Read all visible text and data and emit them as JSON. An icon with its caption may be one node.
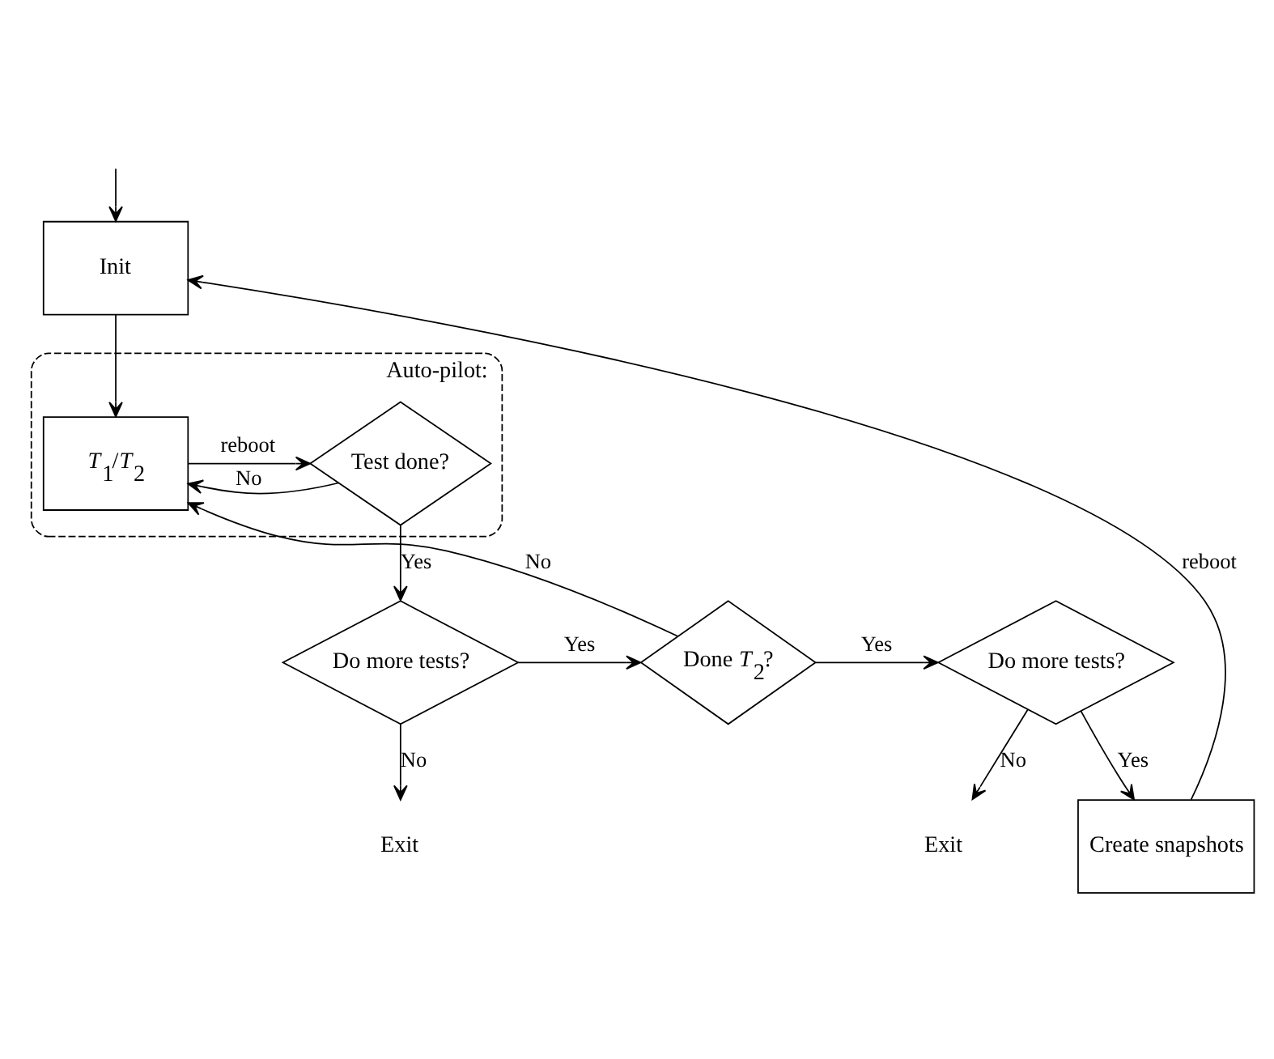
{
  "diagram": {
    "nodes": [
      {
        "text": [
          "Auto-pilot:"
        ]
      },
      {
        "text": [
          "Init"
        ]
      },
      {
        "text": [
          "*T*$_{1}$/*T*$_{2}$"
        ],
        "in": 0
      },
      {
        "text": [
          "Test done?"
        ],
        "in": 0
      },
      {
        "text": [
          "Do more tests?"
        ]
      },
      {
        "text": [
          "Done *T*$_{2}$?"
        ]
      },
      {
        "text": [
          "Do more tests?"
        ]
      },
      {
        "text": [
          "Exit"
        ]
      },
      {
        "text": [
          "Exit"
        ]
      },
      {
        "text": [
          "Create snapshots"
        ]
      }
    ],
    "edges": [
      {
        "from": null,
        "to": 1,
        "arrow": "to"
      },
      {
        "from": 1,
        "to": 2,
        "arrow": "to"
      },
      {
        "from": 2,
        "to": 3,
        "arrow": "to",
        "label": "reboot"
      },
      {
        "from": 3,
        "to": 2,
        "arrow": "to",
        "label": "No"
      },
      {
        "from": 3,
        "to": 4,
        "arrow": "to",
        "label": "Yes"
      },
      {
        "from": 4,
        "to": 5,
        "arrow": "to",
        "label": "Yes"
      },
      {
        "from": 4,
        "to": 8,
        "arrow": "to",
        "label": "No"
      },
      {
        "from": 5,
        "to": 2,
        "arrow": "to",
        "label": "No"
      },
      {
        "from": 5,
        "to": 6,
        "arrow": "to",
        "label": "Yes"
      },
      {
        "from": 6,
        "to": 7,
        "arrow": "to",
        "label": "No"
      },
      {
        "from": 6,
        "to": 9,
        "arrow": "to",
        "label": "Yes"
      },
      {
        "from": 9,
        "to": 1,
        "arrow": "to",
        "label": "reboot"
      }
    ]
  }
}
